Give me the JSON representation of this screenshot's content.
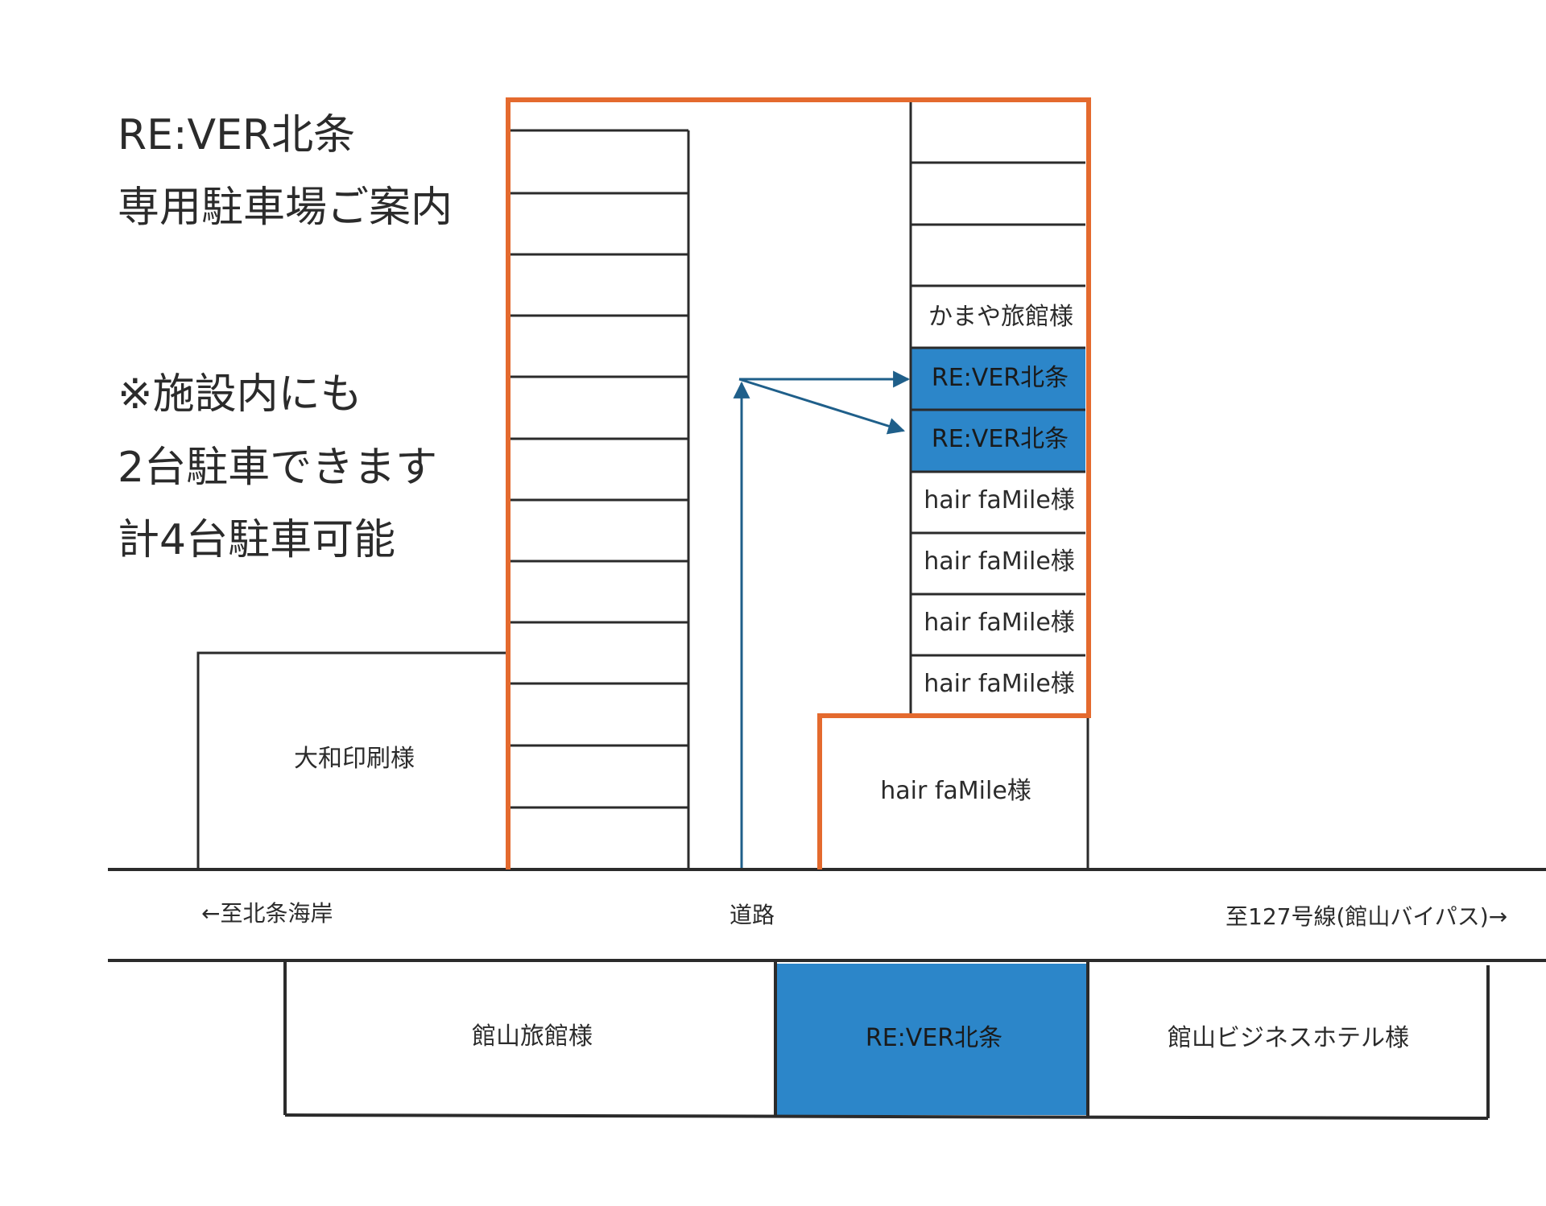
{
  "title": {
    "line1": "RE:VER北条",
    "line2": "専用駐車場ご案内"
  },
  "note": {
    "line1": "※施設内にも",
    "line2": "2台駐車できます",
    "line3": "計4台駐車可能"
  },
  "right_column_labels": {
    "kamaya": "かまや旅館様",
    "rever_1": "RE:VER北条",
    "rever_2": "RE:VER北条",
    "famile_1": "hair faMile様",
    "famile_2": "hair faMile様",
    "famile_3": "hair faMile様",
    "famile_4": "hair faMile様"
  },
  "famile_lot": "hair faMile様",
  "yamato": "大和印刷様",
  "road": {
    "left": "←至北条海岸",
    "center": "道路",
    "right": "至127号線(館山バイパス)→"
  },
  "bottom": {
    "tateyama_ryokan": "館山旅館様",
    "rever": "RE:VER北条",
    "business_hotel": "館山ビジネスホテル様"
  },
  "colors": {
    "outline_orange": "#e46a2e",
    "highlight_blue": "#2c86c9",
    "arrow_blue": "#1f5f8a",
    "line_dark": "#2b2b2b"
  }
}
